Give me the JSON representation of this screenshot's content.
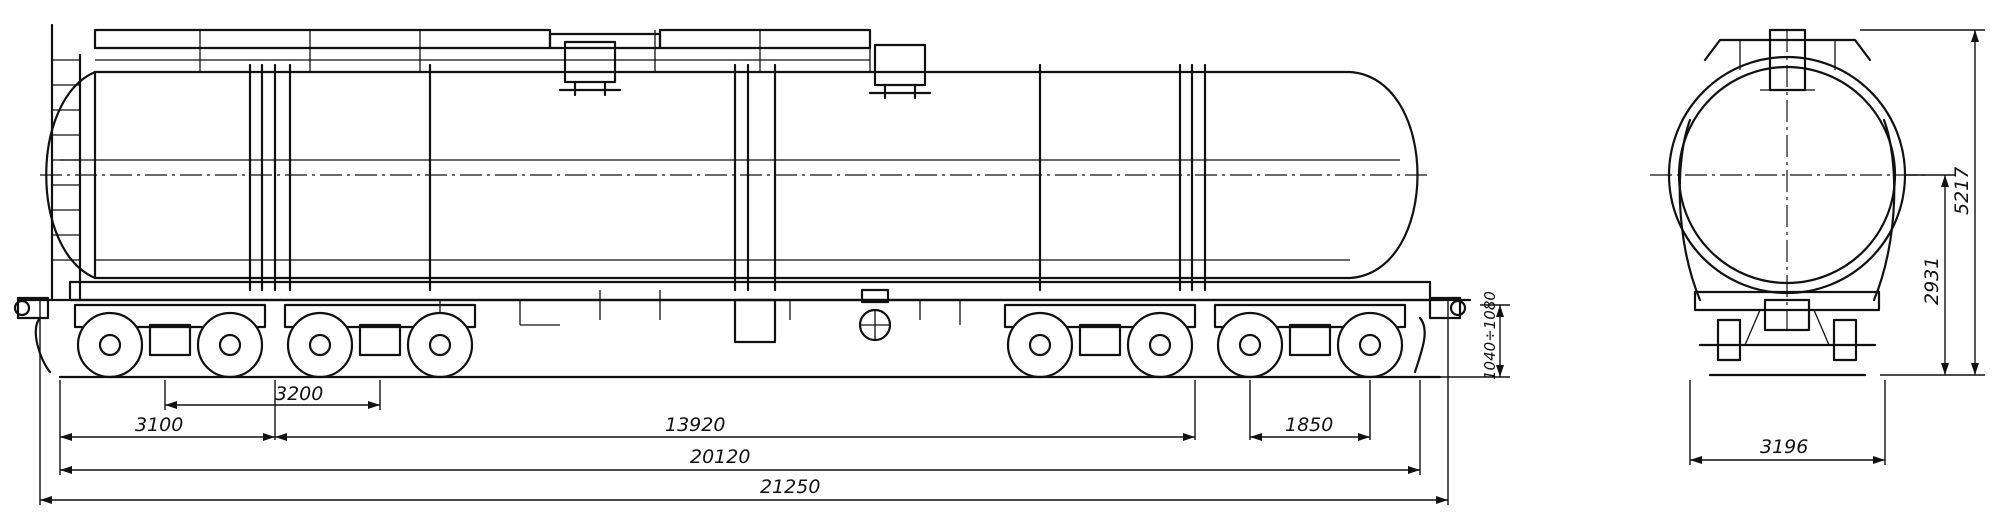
{
  "dimensions": {
    "bogie_axle_offset": "3100",
    "bogie_wheelbase": "3200",
    "bogie_center_distance": "13920",
    "axle_spacing": "1850",
    "frame_length": "20120",
    "length_over_couplers": "21250",
    "coupler_height": "1040÷1080",
    "total_width": "3196",
    "total_height": "5217",
    "tank_axis_height": "2931"
  }
}
